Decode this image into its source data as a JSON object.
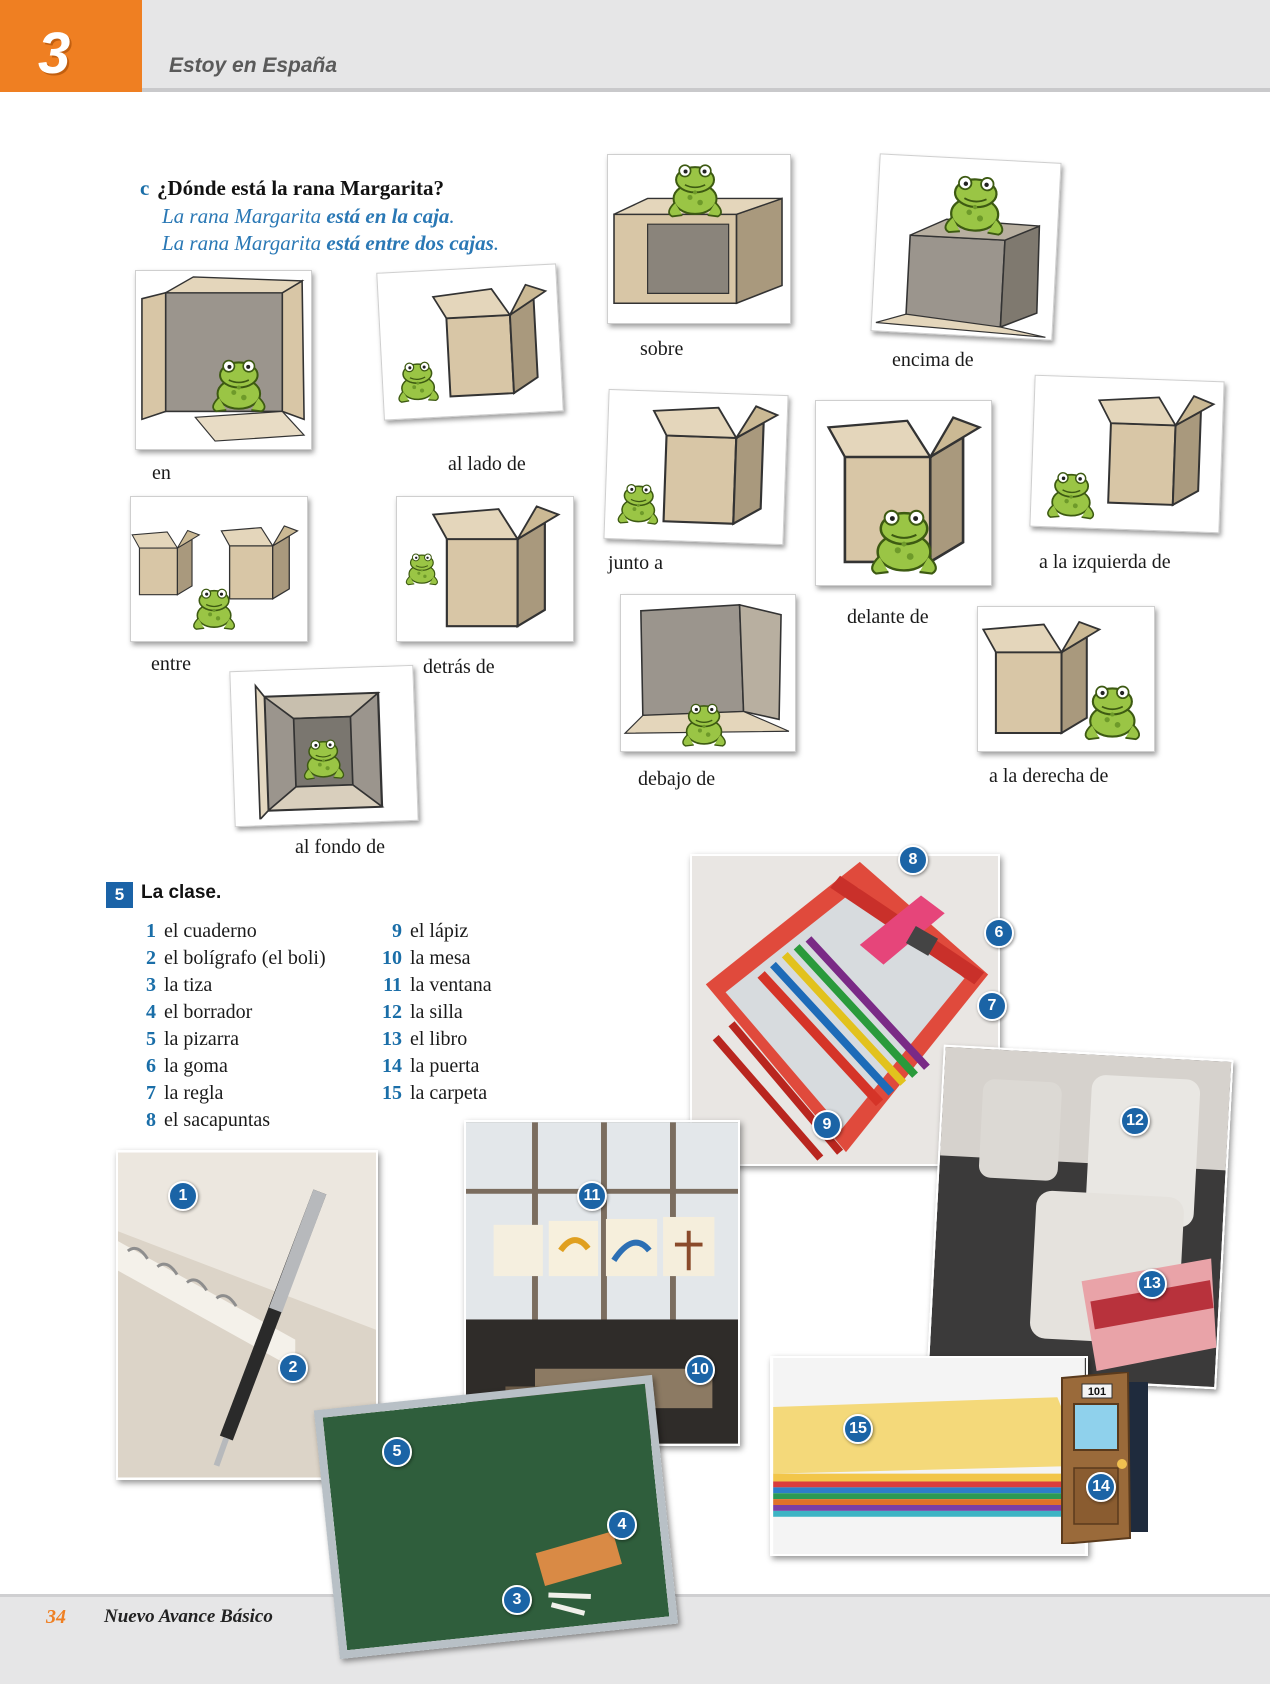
{
  "header": {
    "unit_number": "3",
    "unit_title": "Estoy en España"
  },
  "section_c": {
    "letter": "c",
    "question": "¿Dónde está la rana Margarita?",
    "examples": [
      {
        "pre": "La rana Margarita ",
        "bold": "está en la caja",
        "post": "."
      },
      {
        "pre": "La rana Margarita ",
        "bold": "está entre dos cajas",
        "post": "."
      }
    ]
  },
  "pictures": [
    {
      "label": "en"
    },
    {
      "label": "al lado de"
    },
    {
      "label": "sobre"
    },
    {
      "label": "encima de"
    },
    {
      "label": "junto a"
    },
    {
      "label": "delante de"
    },
    {
      "label": "a la izquierda de"
    },
    {
      "label": "entre"
    },
    {
      "label": "detrás de"
    },
    {
      "label": "debajo de"
    },
    {
      "label": "a la derecha de"
    },
    {
      "label": "al fondo  de"
    }
  ],
  "section_5": {
    "number": "5",
    "title": "La clase.",
    "vocab_left": [
      {
        "n": "1",
        "word": "el cuaderno"
      },
      {
        "n": "2",
        "word": "el bolígrafo (el boli)"
      },
      {
        "n": "3",
        "word": "la tiza"
      },
      {
        "n": "4",
        "word": "el borrador"
      },
      {
        "n": "5",
        "word": "la pizarra"
      },
      {
        "n": "6",
        "word": "la goma"
      },
      {
        "n": "7",
        "word": "la regla"
      },
      {
        "n": "8",
        "word": "el sacapuntas"
      }
    ],
    "vocab_right": [
      {
        "n": "9",
        "word": "el lápiz"
      },
      {
        "n": "10",
        "word": "la mesa"
      },
      {
        "n": "11",
        "word": "la ventana"
      },
      {
        "n": "12",
        "word": "la silla"
      },
      {
        "n": "13",
        "word": "el libro"
      },
      {
        "n": "14",
        "word": "la puerta"
      },
      {
        "n": "15",
        "word": "la carpeta"
      }
    ],
    "badges": [
      "1",
      "2",
      "3",
      "4",
      "5",
      "6",
      "7",
      "8",
      "9",
      "10",
      "11",
      "12",
      "13",
      "14",
      "15"
    ],
    "door_sign": "101"
  },
  "footer": {
    "page_number": "34",
    "book_title": "Nuevo Avance Básico"
  },
  "colors": {
    "accent_orange": "#ef7f22",
    "accent_blue": "#1b63a7",
    "example_blue": "#2a78b5",
    "band_gray": "#e6e6e7"
  }
}
